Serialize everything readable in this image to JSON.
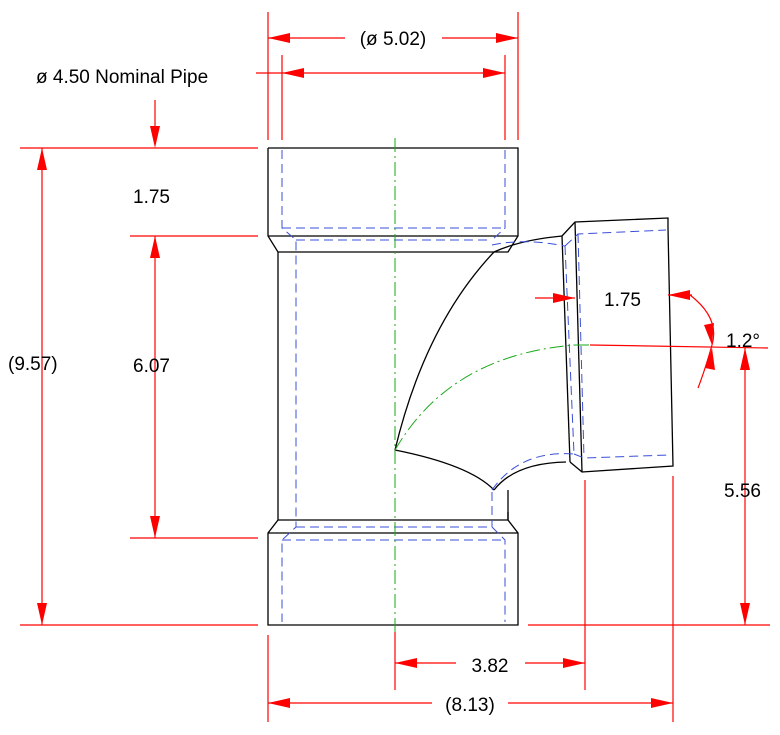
{
  "labels": {
    "top_diameter": "(ø 5.02)",
    "nominal_pipe": "ø 4.50 Nominal Pipe",
    "upper_hub_depth": "1.75",
    "overall_height": "(9.57)",
    "body_length": "6.07",
    "branch_hub_depth": "1.75",
    "branch_angle": "1.2°",
    "branch_height": "5.56",
    "branch_offset": "3.82",
    "overall_width": "(8.13)"
  },
  "colors": {
    "dimension": "#ff0000",
    "outline": "#000000",
    "hidden": "#3a4fd8",
    "centerline": "#1aa81a"
  }
}
